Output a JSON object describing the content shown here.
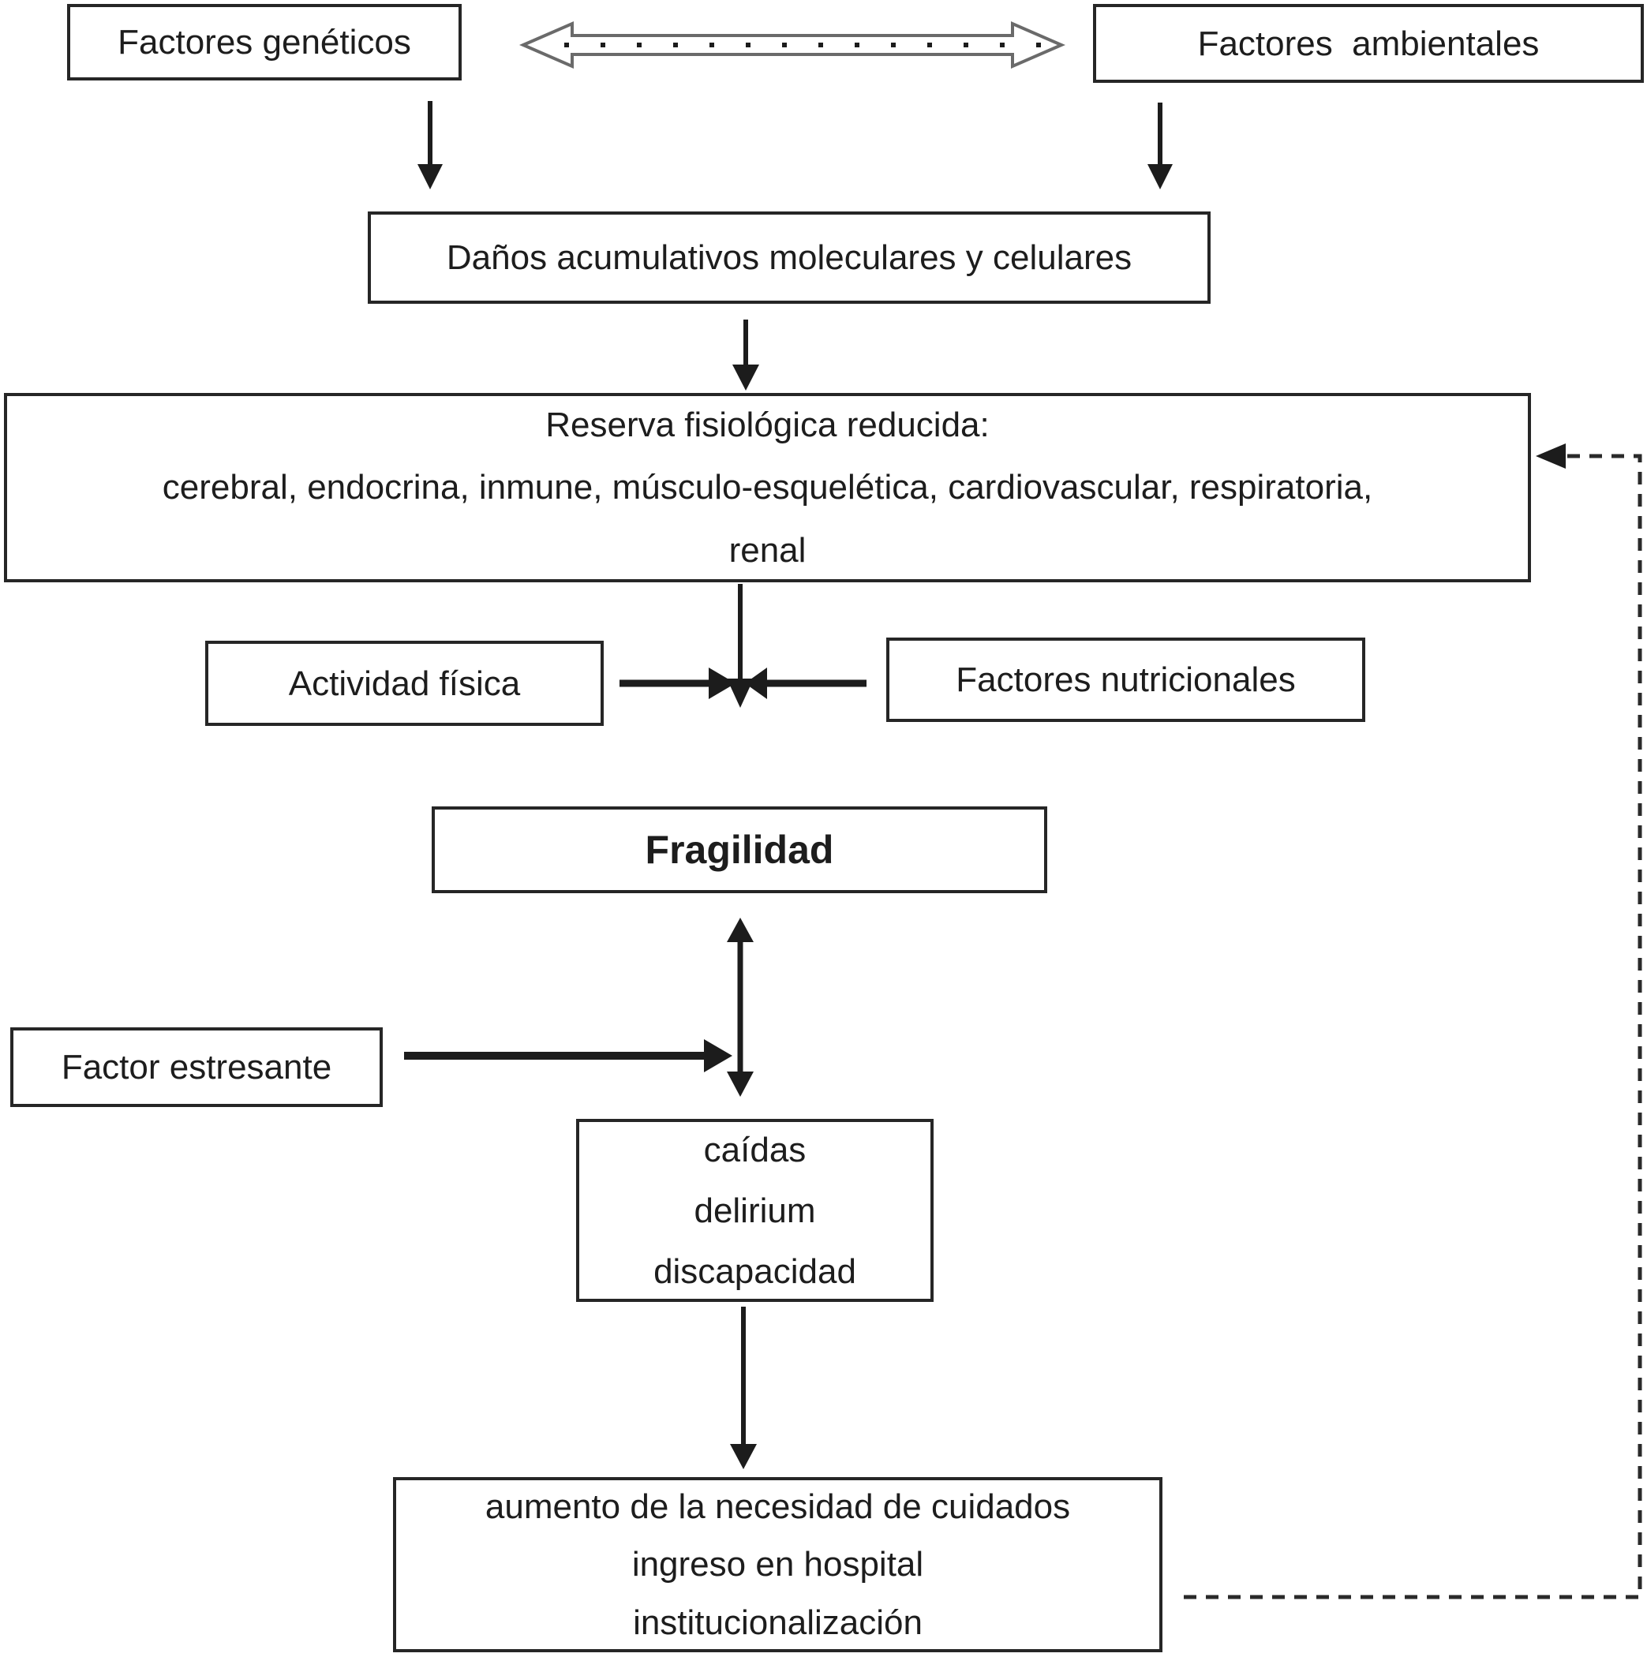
{
  "diagram": {
    "nodes": {
      "factores_geneticos": "Factores genéticos",
      "factores_ambientales": "Factores  ambientales",
      "danos_acumulativos": "Daños acumulativos moleculares y celulares",
      "reserva_fisiologica": "Reserva fisiológica reducida:\ncerebral, endocrina, inmune, músculo-esquelética, cardiovascular, respiratoria,\nrenal",
      "actividad_fisica": "Actividad física",
      "factores_nutricionales": "Factores nutricionales",
      "fragilidad": "Fragilidad",
      "factor_estresante": "Factor estresante",
      "consecuencias": "caídas\ndelirium\ndiscapacidad",
      "resultado_final": "aumento de la necesidad de cuidados\ningreso en hospital\ninstitucionalización"
    },
    "colors": {
      "background": "#ffffff",
      "box_border": "#262626",
      "text": "#1d1d1d",
      "solid_arrow": "#1c1c1c",
      "outline_arrow_stroke": "#6a6a6a",
      "dashed_feedback_line": "#2a2a2a"
    }
  }
}
